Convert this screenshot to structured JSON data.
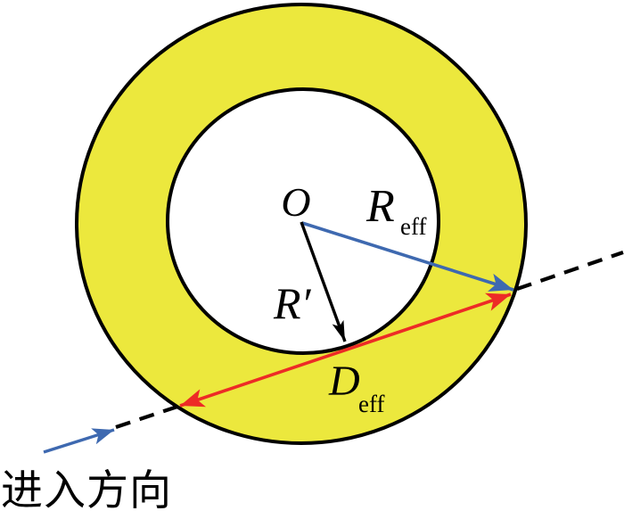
{
  "figure": {
    "labels": {
      "center": "O",
      "effective_radius": {
        "main": "R",
        "sub": "eff"
      },
      "inner_radius": "R′",
      "effective_diameter": {
        "main": "D",
        "sub": "eff"
      },
      "entry_direction": "进入方向"
    },
    "colors": {
      "background": "#ffffff",
      "ring_fill": "#ece83d",
      "inner_fill": "#ffffff",
      "outline": "#000000",
      "effective_radius_arrow": "#3e69b0",
      "inner_radius_arrow": "#000000",
      "effective_diameter_arrow": "#ed2b26",
      "entry_arrow": "#3e69b0",
      "trajectory_line": "#000000"
    }
  }
}
